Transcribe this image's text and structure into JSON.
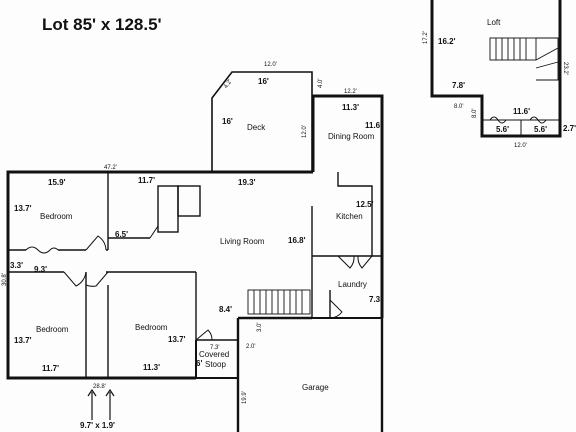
{
  "title": "Lot 85' x 128.5'",
  "rooms": {
    "deck": "Deck",
    "dining": "Dining Room",
    "kitchen": "Kitchen",
    "living": "Living Room",
    "laundry": "Laundry",
    "bedroom_top": "Bedroom",
    "bedroom_left": "Bedroom",
    "bedroom_right": "Bedroom",
    "stoop_line1": "Covered",
    "stoop_line2": "Stoop",
    "garage": "Garage",
    "loft": "Loft"
  },
  "dims": {
    "deck_top": "12.0'",
    "deck_16_top": "16'",
    "deck_16_left": "16'",
    "deck_4_2": "4.2'",
    "deck_4_0": "4.0'",
    "deck_right": "12.0'",
    "dining_12_2": "12.2'",
    "dining_11_3": "11.3'",
    "dining_11_6": "11.6'",
    "overall_47_2": "47.2'",
    "bed_top_15_9": "15.9'",
    "bed_top_13_7": "13.7'",
    "bath_11_7": "11.7'",
    "bath_6_5": "6.5'",
    "living_19_3": "19.3'",
    "living_16_8": "16.8'",
    "kitchen_12_5": "12.5'",
    "hall_3_3": "3.3'",
    "hall_9_3": "9.3'",
    "left_side": "30.8'",
    "laundry_7_3": "7.3'",
    "stair_8_4": "8.4'",
    "stair_3_0": "3.0'",
    "bed_left_13_7": "13.7'",
    "bed_left_11_7": "11.7'",
    "bed_right_13_7": "13.7'",
    "bed_right_11_3": "11.3'",
    "stoop_7_3": "7.3'",
    "stoop_6": "6'",
    "stoop_2_0": "2.0'",
    "garage_19_9": "19.9'",
    "entry_28_8": "28.8'",
    "entry_walk": "9.7' x 1.9'",
    "loft_16_2": "16.2'",
    "loft_17_2": "17.2'",
    "loft_23_2": "23.2'",
    "loft_7_8": "7.8'",
    "loft_8_0a": "8.0'",
    "loft_8_0b": "8.0'",
    "loft_11_6": "11.6'",
    "loft_5_6a": "5.6'",
    "loft_5_6b": "5.6'",
    "loft_2_7": "2.7'",
    "loft_12_0": "12.0'"
  }
}
